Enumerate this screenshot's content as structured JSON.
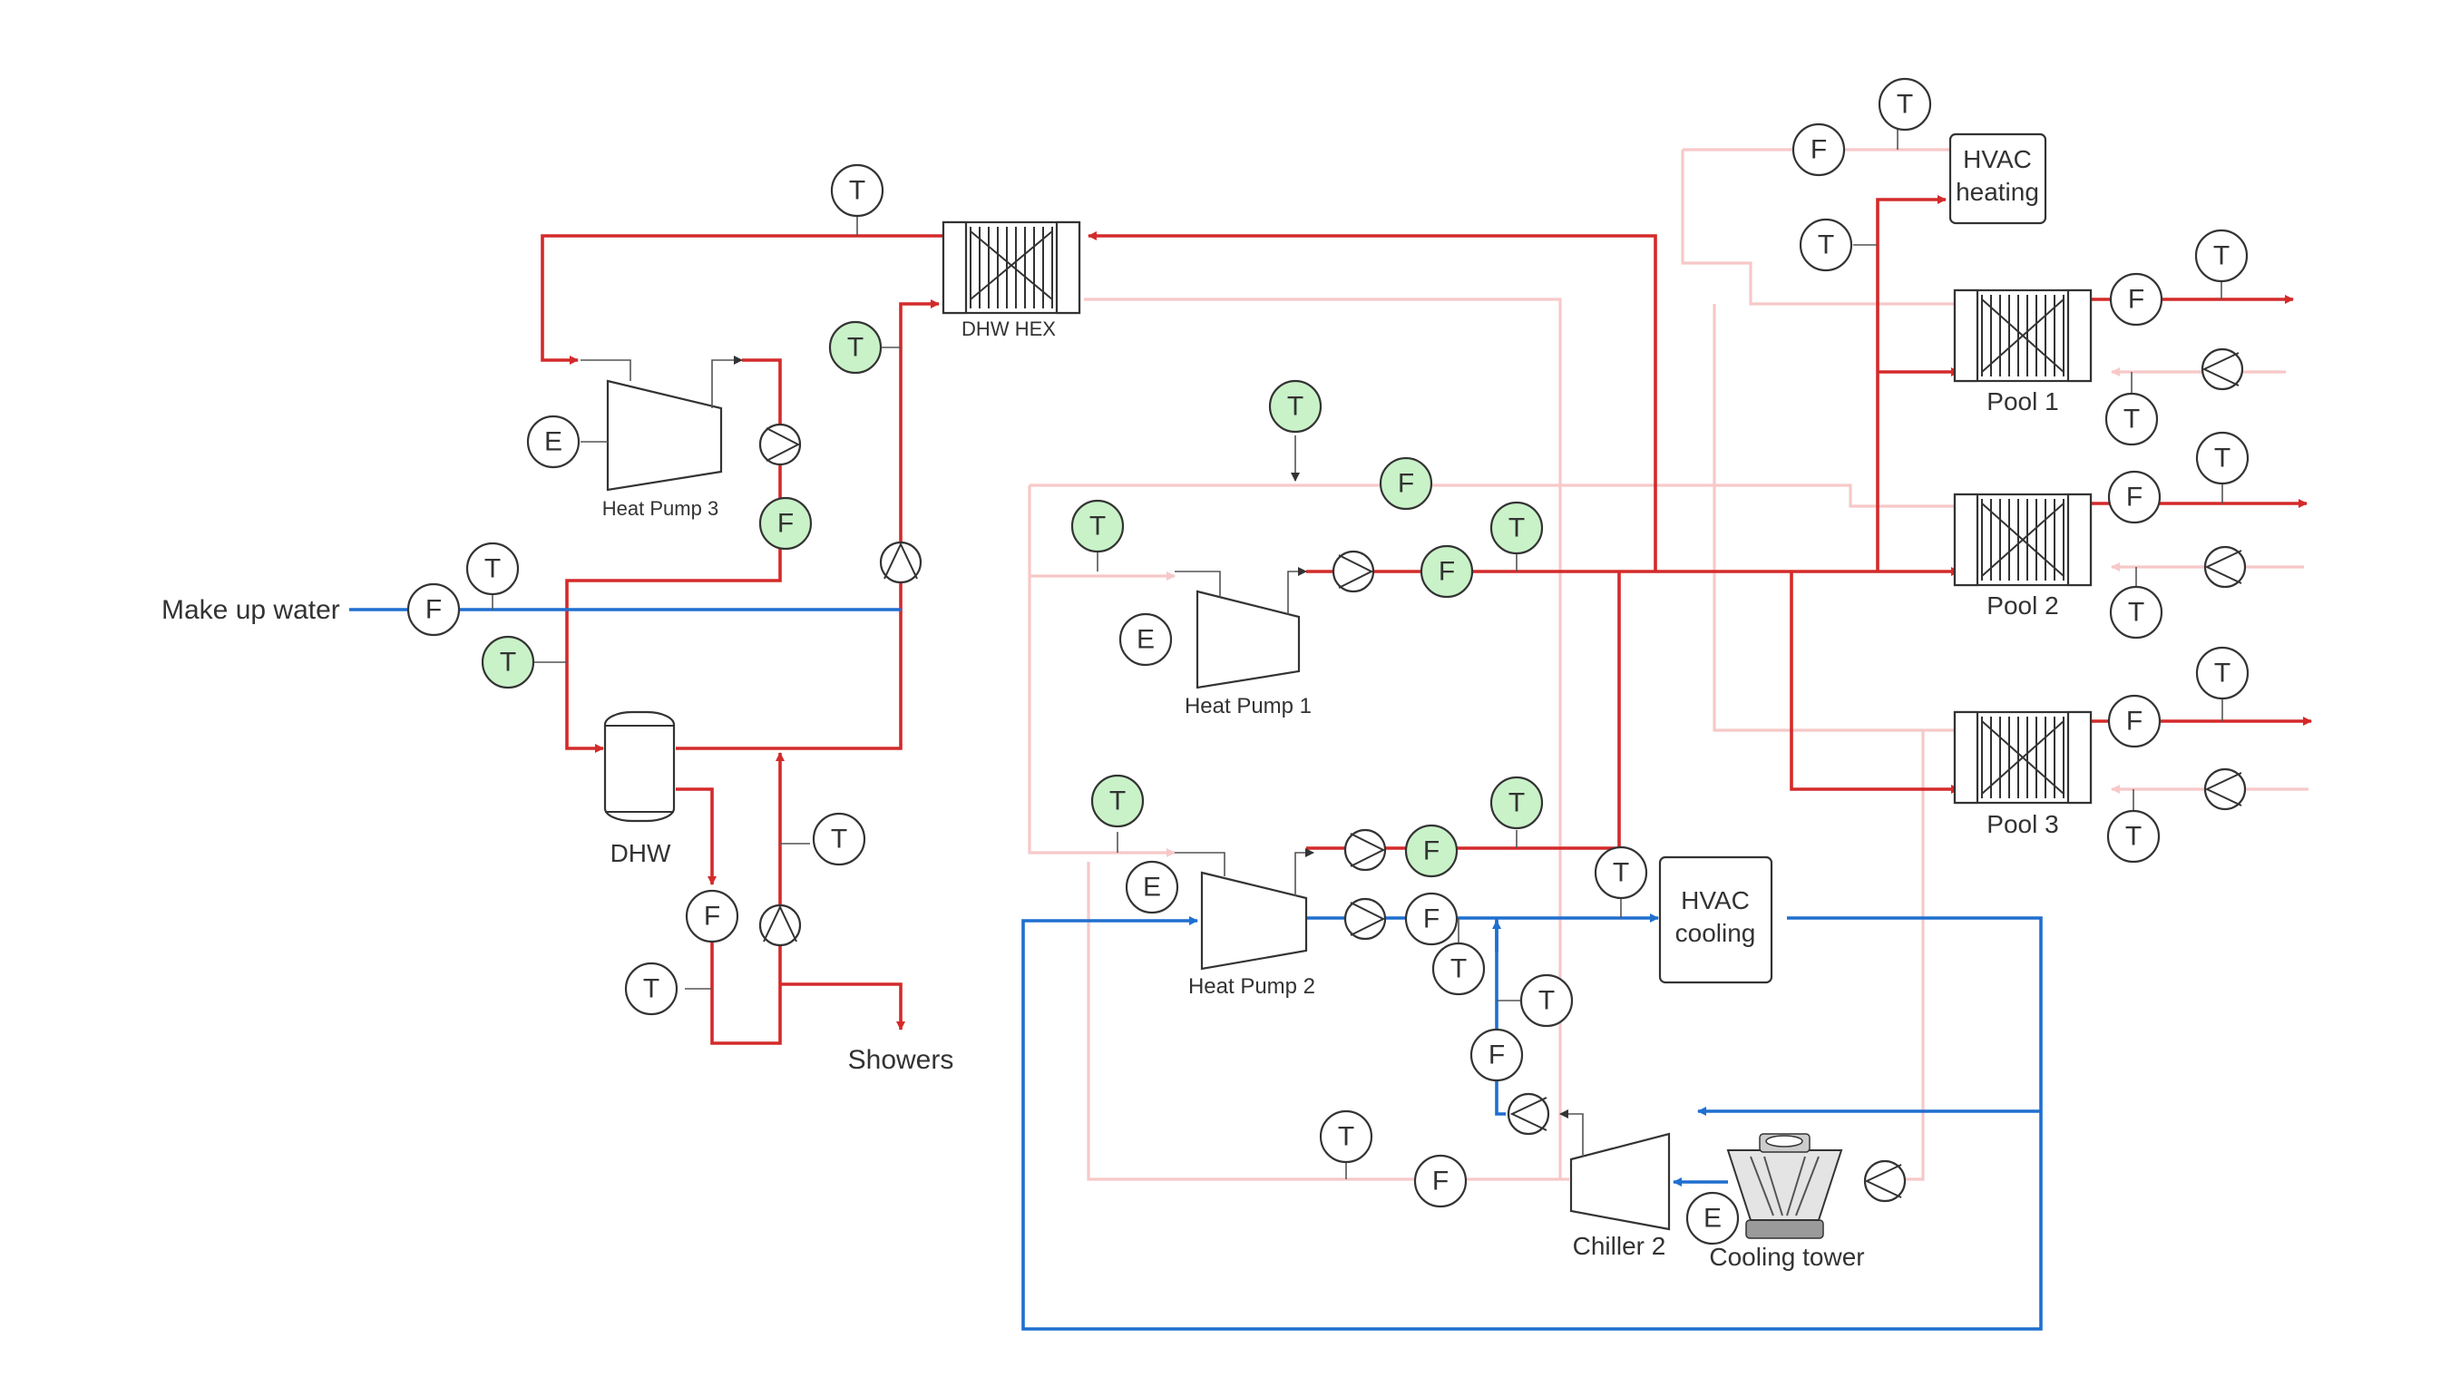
{
  "colors": {
    "hot_supply": "#d42a2a",
    "cold_supply": "#1f6fcf",
    "return": "#f7c8c8",
    "highlight_instrument": "#c9f2c8",
    "line": "#333333"
  },
  "labels": {
    "make_up_water": "Make up water",
    "showers": "Showers",
    "dhw": "DHW",
    "dhw_hex": "DHW HEX",
    "heat_pump_1": "Heat Pump 1",
    "heat_pump_2": "Heat Pump 2",
    "heat_pump_3": "Heat Pump 3",
    "chiller_2": "Chiller 2",
    "cooling_tower": "Cooling tower",
    "hvac_heating_line1": "HVAC",
    "hvac_heating_line2": "heating",
    "hvac_cooling_line1": "HVAC",
    "hvac_cooling_line2": "cooling",
    "pool_1": "Pool 1",
    "pool_2": "Pool 2",
    "pool_3": "Pool 3"
  },
  "instrument_letters": {
    "temperature": "T",
    "flow": "F",
    "energy": "E"
  }
}
